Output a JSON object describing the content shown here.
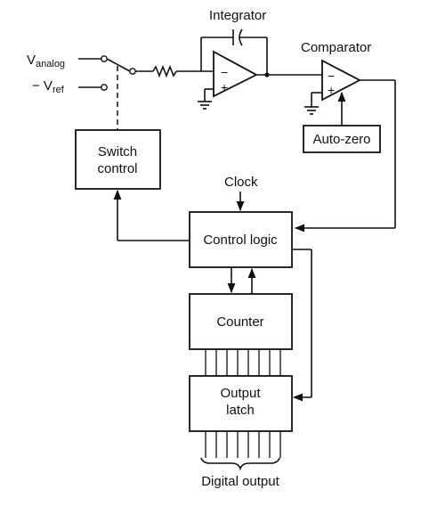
{
  "labels": {
    "integrator": "Integrator",
    "comparator": "Comparator",
    "v_analog_main": "V",
    "v_analog_sub": "analog",
    "v_ref_prefix": "− V",
    "v_ref_sub": "ref",
    "switch_control_line1": "Switch",
    "switch_control_line2": "control",
    "auto_zero": "Auto-zero",
    "clock": "Clock",
    "control_logic": "Control logic",
    "counter": "Counter",
    "output_latch_line1": "Output",
    "output_latch_line2": "latch",
    "digital_output": "Digital output"
  },
  "opamp_signs": {
    "minus": "−",
    "plus": "+"
  }
}
